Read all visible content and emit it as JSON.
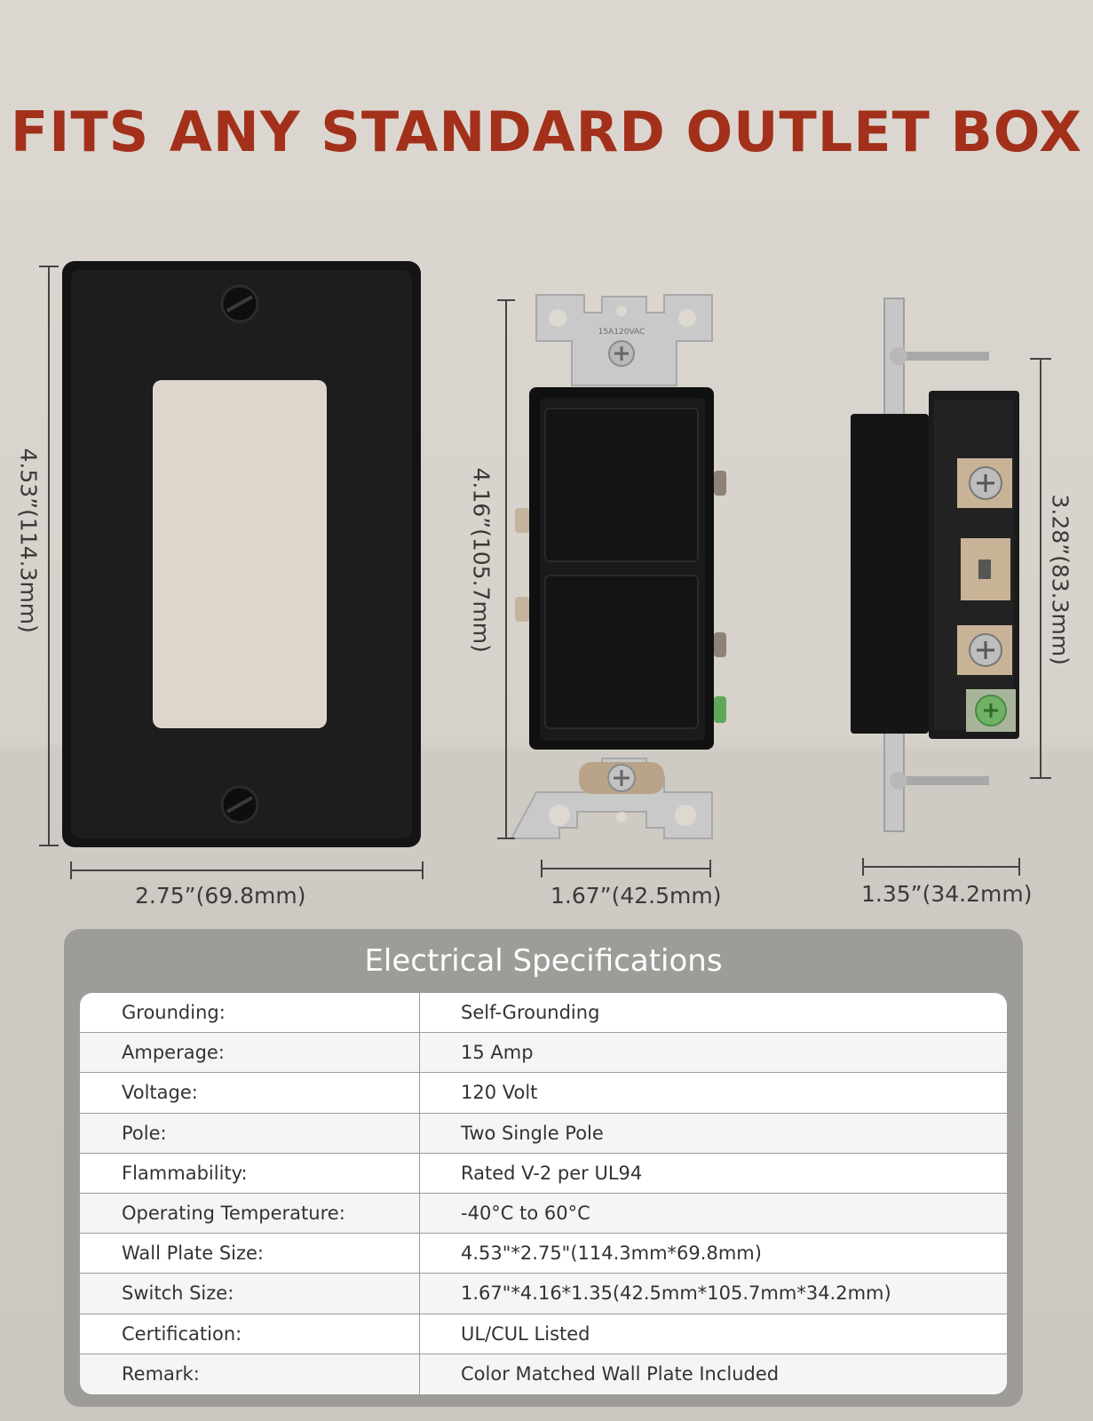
{
  "headline": "FITS ANY STANDARD OUTLET BOX",
  "dimensions": {
    "plate_height": "4.53”(114.3mm)",
    "plate_width": "2.75”(69.8mm)",
    "switch_height": "4.16”(105.7mm)",
    "switch_width": "1.67”(42.5mm)",
    "depth_height": "3.28”(83.3mm)",
    "depth_width": "1.35”(34.2mm)"
  },
  "switch_marking": "15A120VAC",
  "specs": {
    "title": "Electrical Specifications",
    "rows": [
      {
        "key": "Grounding:",
        "value": "Self-Grounding"
      },
      {
        "key": "Amperage:",
        "value": "15 Amp"
      },
      {
        "key": "Voltage:",
        "value": "120 Volt"
      },
      {
        "key": "Pole:",
        "value": "Two Single Pole"
      },
      {
        "key": "Flammability:",
        "value": "Rated V-2 per UL94"
      },
      {
        "key": "Operating Temperature:",
        "value": "-40°C to 60°C"
      },
      {
        "key": "Wall Plate Size:",
        "value": "4.53\"*2.75\"(114.3mm*69.8mm)"
      },
      {
        "key": "Switch Size:",
        "value": "1.67\"*4.16*1.35(42.5mm*105.7mm*34.2mm)"
      },
      {
        "key": "Certification:",
        "value": "UL/CUL Listed"
      },
      {
        "key": "Remark:",
        "value": "Color Matched Wall Plate Included"
      }
    ]
  },
  "colors": {
    "headline": "#a3301a",
    "product_black": "#151515",
    "panel_gray": "#9e9c99"
  }
}
